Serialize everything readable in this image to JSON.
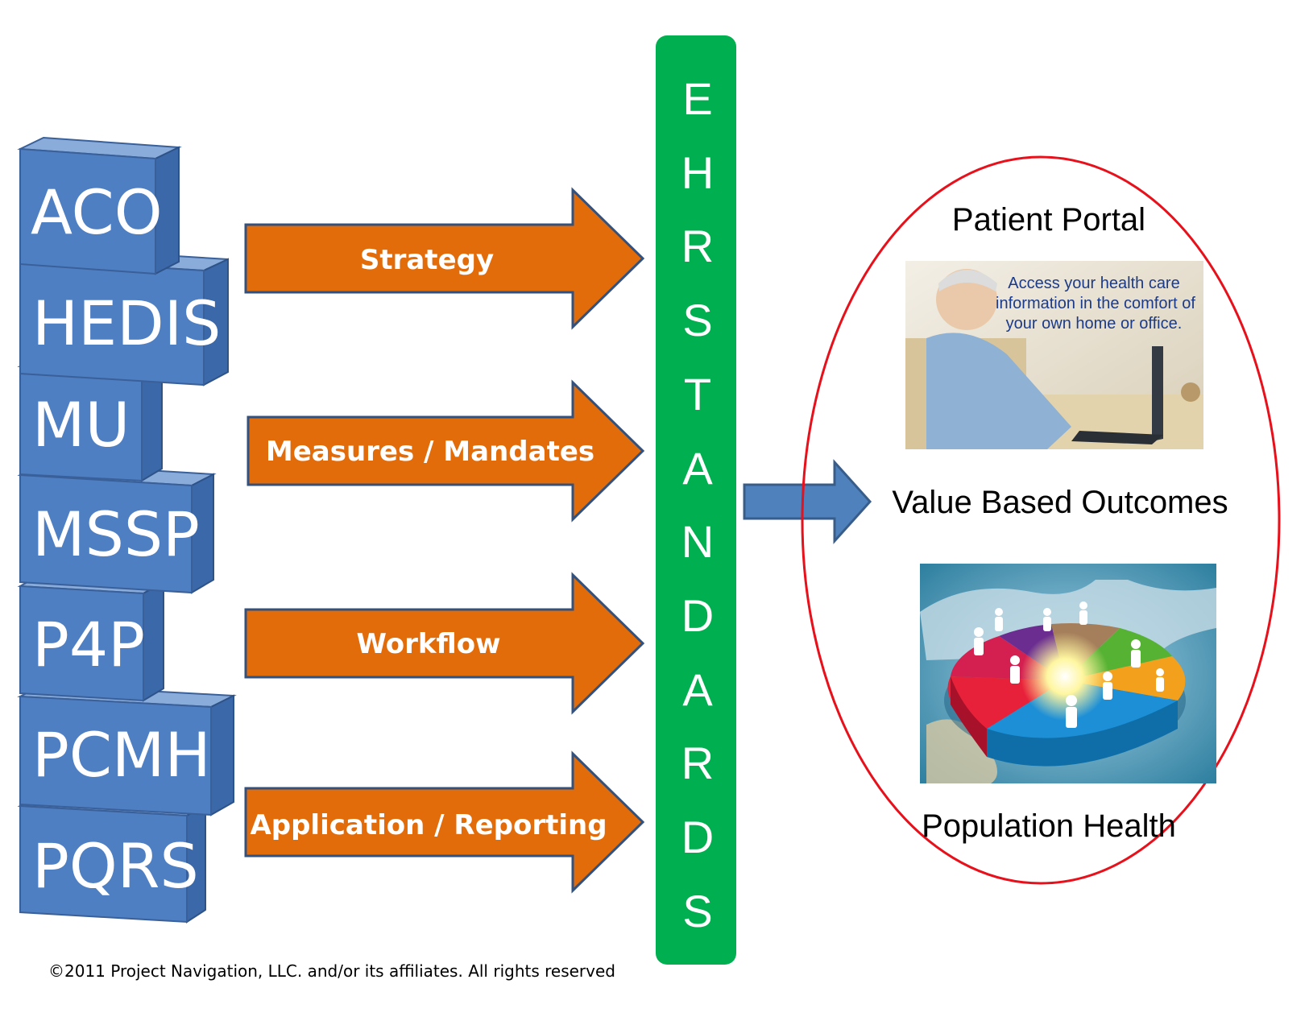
{
  "blocks": [
    "ACO",
    "HEDIS",
    "MU",
    "MSSP",
    "P4P",
    "PCMH",
    "PQRS"
  ],
  "arrows": [
    "Strategy",
    "Measures / Mandates",
    "Workflow",
    "Application / Reporting"
  ],
  "ehr_bar": {
    "letters": [
      "E",
      "H",
      "R",
      "S",
      "T",
      "A",
      "N",
      "D",
      "A",
      "R",
      "D",
      "S"
    ],
    "color": "#00b050"
  },
  "outcomes": {
    "patient_portal": "Patient Portal",
    "portal_image_text": [
      "Access your health care",
      "information in the comfort of",
      "your own home or office."
    ],
    "value_based": "Value Based Outcomes",
    "population_health": "Population Health",
    "ellipse_color": "#e8101a"
  },
  "footer": "©2011 Project Navigation, LLC. and/or its affiliates. All rights reserved",
  "colors": {
    "block_blue": "#4f7fc3",
    "arrow_orange": "#e36c0a",
    "arrow_blue": "#4f81bd"
  }
}
